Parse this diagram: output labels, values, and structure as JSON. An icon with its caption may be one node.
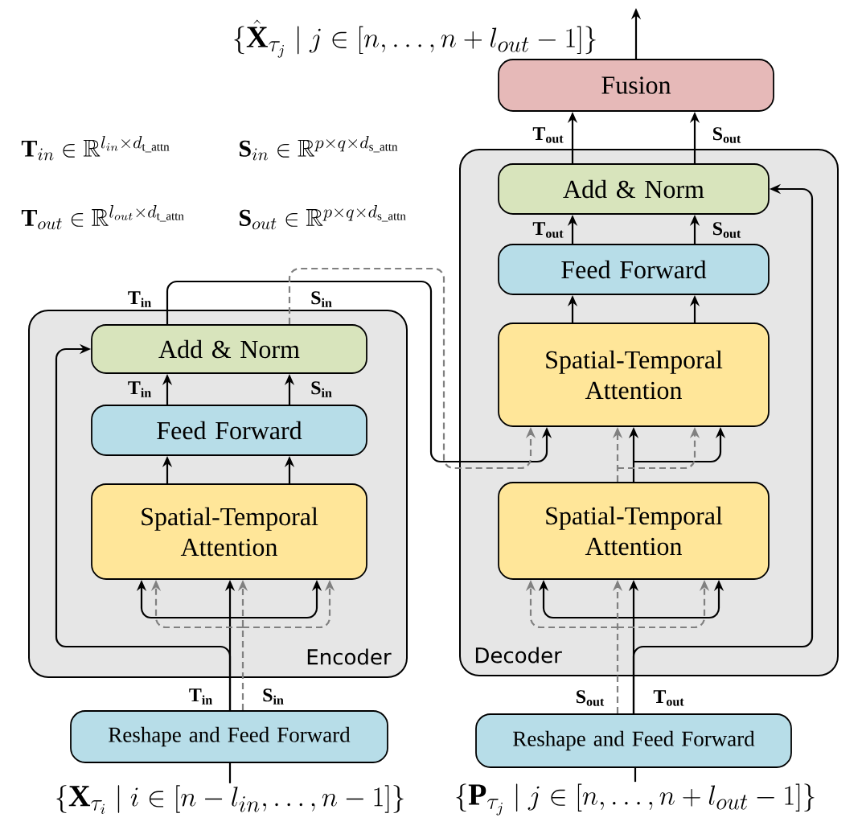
{
  "diagram": {
    "nodes": [
      {
        "text": [
          "Fusion"
        ]
      },
      {
        "text": [
          "Decoder"
        ]
      },
      {
        "text": [
          "Add & Norm"
        ],
        "in": 1
      },
      {
        "text": [
          "Feed Forward"
        ],
        "in": 1
      },
      {
        "text": [
          "Spatial-Temporal Attention"
        ],
        "in": 1
      },
      {
        "text": [
          "Spatial-Temporal Attention"
        ],
        "in": 1
      },
      {
        "text": [
          "Encoder"
        ]
      },
      {
        "text": [
          "Add & Norm"
        ],
        "in": 6
      },
      {
        "text": [
          "Feed Forward"
        ],
        "in": 6
      },
      {
        "text": [
          "Spatial-Temporal Attention"
        ],
        "in": 6
      },
      {
        "text": [
          "Reshape and Feed Forward"
        ]
      },
      {
        "text": [
          "Reshape and Feed Forward"
        ]
      },
      {
        "text": [
          "\\{\\mathbf{X}_{\\tau_i}\\mid i\\in[n-l_{in},\\ldots,n-1]\\}"
        ]
      },
      {
        "text": [
          "\\{\\mathbf{P}_{\\tau_j}\\mid j\\in[n,\\ldots,n+l_{out}-1]\\}"
        ]
      }
    ],
    "edges": [
      {
        "from": 0,
        "to": null,
        "arrow": "to"
      },
      {
        "from": 2,
        "to": 0,
        "arrow": "to",
        "label": "\\mathbf{T}_{\\mathbf{out}}"
      },
      {
        "from": 2,
        "to": 0,
        "arrow": "to",
        "label": "\\mathbf{S}_{\\mathbf{out}}"
      },
      {
        "from": 3,
        "to": 2,
        "arrow": "to",
        "label": "\\mathbf{T}_{\\mathbf{out}}"
      },
      {
        "from": 3,
        "to": 2,
        "arrow": "to",
        "label": "\\mathbf{S}_{\\mathbf{out}}"
      },
      {
        "from": 4,
        "to": 3,
        "arrow": "to"
      },
      {
        "from": 4,
        "to": 3,
        "arrow": "to"
      },
      {
        "from": 5,
        "to": 4,
        "arrow": "to"
      },
      {
        "from": 5,
        "to": 4,
        "arrow": "to",
        "style": "dashed",
        "color": "#808080"
      },
      {
        "from": 11,
        "to": 5,
        "arrow": "to",
        "label": "\\mathbf{T}_{\\mathbf{out}}"
      },
      {
        "from": 11,
        "to": 5,
        "arrow": "to",
        "label": "\\mathbf{S}_{\\mathbf{out}}",
        "style": "dashed",
        "color": "#808080"
      },
      {
        "from": 11,
        "to": 2,
        "arrow": "to"
      },
      {
        "from": 13,
        "to": 11,
        "arrow": "none"
      },
      {
        "from": 7,
        "to": 4,
        "arrow": "to",
        "label": "\\mathbf{T}_{\\mathbf{in}}"
      },
      {
        "from": 7,
        "to": 4,
        "arrow": "to",
        "label": "\\mathbf{S}_{\\mathbf{in}}",
        "style": "dashed",
        "color": "#808080"
      },
      {
        "from": 8,
        "to": 7,
        "arrow": "to",
        "label": "\\mathbf{T}_{\\mathbf{in}}"
      },
      {
        "from": 8,
        "to": 7,
        "arrow": "to",
        "label": "\\mathbf{S}_{\\mathbf{in}}"
      },
      {
        "from": 9,
        "to": 8,
        "arrow": "to"
      },
      {
        "from": 9,
        "to": 8,
        "arrow": "to"
      },
      {
        "from": 10,
        "to": 9,
        "arrow": "to",
        "label": "\\mathbf{T}_{\\mathbf{in}}"
      },
      {
        "from": 10,
        "to": 9,
        "arrow": "to",
        "label": "\\mathbf{S}_{\\mathbf{in}}",
        "style": "dashed",
        "color": "#808080"
      },
      {
        "from": 10,
        "to": 7,
        "arrow": "to"
      },
      {
        "from": 12,
        "to": 10,
        "arrow": "none"
      }
    ],
    "labels": [
      "\\{\\hat{\\mathbf{X}}_{\\tau_j}\\mid j\\in[n,\\ldots,n+l_{out}-1]\\}",
      "\\mathbf{T}_{in}\\in\\mathbb{R}^{l_{in}\\times d_{\\mathrm{t\\_attn}}}",
      "\\mathbf{S}_{in}\\in\\mathbb{R}^{p\\times q\\times d_{\\mathrm{s\\_attn}}}",
      "\\mathbf{T}_{out}\\in\\mathbb{R}^{l_{out}\\times d_{\\mathrm{t\\_attn}}}",
      "\\mathbf{S}_{out}\\in\\mathbb{R}^{p\\times q\\times d_{\\mathrm{s\\_attn}}}"
    ]
  }
}
